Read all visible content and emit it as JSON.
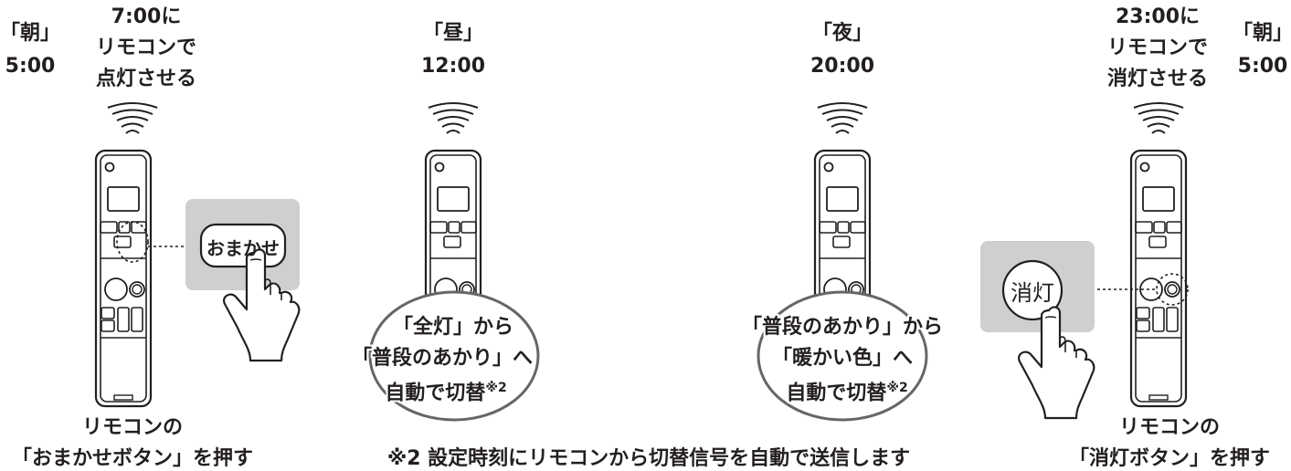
{
  "stages": [
    {
      "key": "morning",
      "period_label": "「朝」",
      "period_time": "5:00",
      "action_lines": [
        "7:00に",
        "リモコンで",
        "点灯させる"
      ],
      "instruction_lines": [
        "リモコンの",
        "「おまかせボタン」を押す"
      ],
      "button_label": "おまかせ"
    },
    {
      "key": "noon",
      "period_label": "「昼」",
      "period_time": "12:00",
      "bubble_lines": [
        "「全灯」から",
        "「普段のあかり」へ",
        "自動で切替"
      ],
      "bubble_note": "※2"
    },
    {
      "key": "night",
      "period_label": "「夜」",
      "period_time": "20:00",
      "bubble_lines": [
        "「普段のあかり」から",
        "「暖かい色」へ",
        "自動で切替"
      ],
      "bubble_note": "※2"
    },
    {
      "key": "late",
      "action_lines": [
        "23:00に",
        "リモコンで",
        "消灯させる"
      ],
      "instruction_lines": [
        "リモコンの",
        "「消灯ボタン」を押す"
      ],
      "button_label": "消灯"
    },
    {
      "key": "next-morning",
      "period_label": "「朝」",
      "period_time": "5:00"
    }
  ],
  "footnote": "※2 設定時刻にリモコンから切替信号を自動で送信します",
  "colors": {
    "ink": "#231f20",
    "panel": "#cfcfcf",
    "white": "#ffffff"
  },
  "icons": [
    "remote-control-icon",
    "signal-waves-icon",
    "hand-pointer-icon"
  ]
}
